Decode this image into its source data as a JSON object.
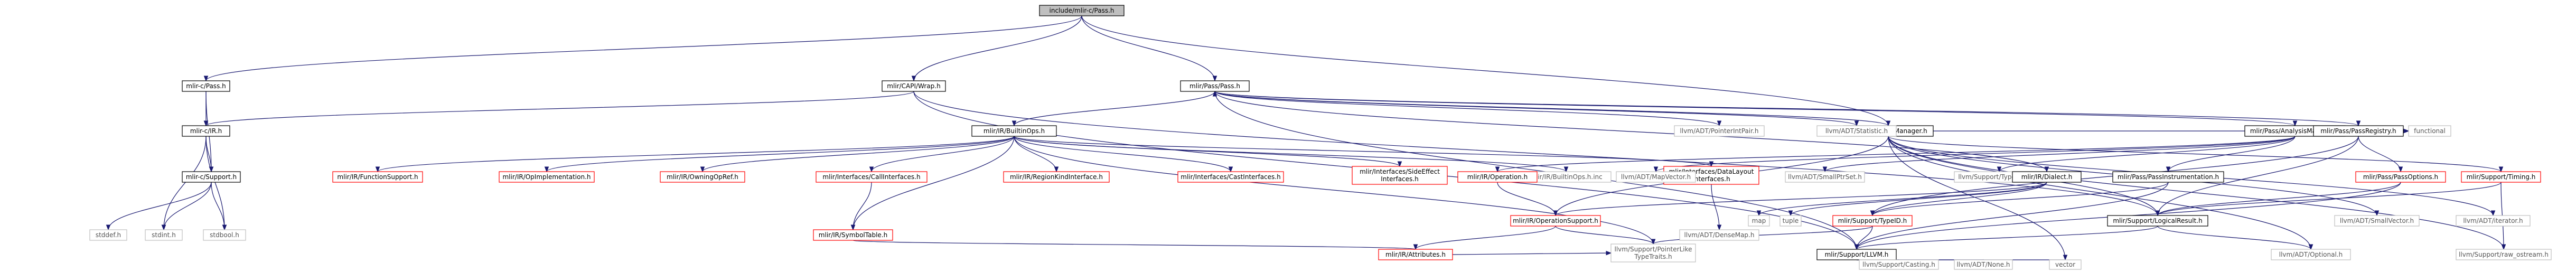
{
  "colors": {
    "edge": "#191970",
    "root_fill": "#bfbfbf",
    "normal_border": "#000000",
    "partial_border": "#ff0000",
    "normal_fill": "#ffffff",
    "external_text": "#555555",
    "external_border": "#bfbfbf",
    "text": "#000000"
  },
  "nodes": [
    {
      "id": "root",
      "label": [
        "include/mlir-c/Pass.h"
      ],
      "kind": "root"
    },
    {
      "id": "c_pass",
      "label": [
        "mlir-c/Pass.h"
      ],
      "kind": "normal"
    },
    {
      "id": "capi_wrap",
      "label": [
        "mlir/CAPI/Wrap.h"
      ],
      "kind": "normal"
    },
    {
      "id": "pass_pass",
      "label": [
        "mlir/Pass/Pass.h"
      ],
      "kind": "normal"
    },
    {
      "id": "pass_manager",
      "label": [
        "mlir/Pass/PassManager.h"
      ],
      "kind": "normal"
    },
    {
      "id": "c_ir",
      "label": [
        "mlir-c/IR.h"
      ],
      "kind": "normal"
    },
    {
      "id": "c_support",
      "label": [
        "mlir-c/Support.h"
      ],
      "kind": "normal"
    },
    {
      "id": "stddef",
      "label": [
        "stddef.h"
      ],
      "kind": "external"
    },
    {
      "id": "stdint",
      "label": [
        "stdint.h"
      ],
      "kind": "external"
    },
    {
      "id": "stdbool",
      "label": [
        "stdbool.h"
      ],
      "kind": "external"
    },
    {
      "id": "builtinops",
      "label": [
        "mlir/IR/BuiltinOps.h"
      ],
      "kind": "normal"
    },
    {
      "id": "functionsupport",
      "label": [
        "mlir/IR/FunctionSupport.h"
      ],
      "kind": "partial"
    },
    {
      "id": "opimplementation",
      "label": [
        "mlir/IR/OpImplementation.h"
      ],
      "kind": "partial"
    },
    {
      "id": "owningopref",
      "label": [
        "mlir/IR/OwningOpRef.h"
      ],
      "kind": "partial"
    },
    {
      "id": "callinterfaces",
      "label": [
        "mlir/Interfaces/CallInterfaces.h"
      ],
      "kind": "partial"
    },
    {
      "id": "regionkind",
      "label": [
        "mlir/IR/RegionKindInterface.h"
      ],
      "kind": "partial"
    },
    {
      "id": "castinterfaces",
      "label": [
        "mlir/Interfaces/CastInterfaces.h"
      ],
      "kind": "partial"
    },
    {
      "id": "sideeffect",
      "label": [
        "mlir/Interfaces/SideEffect",
        "Interfaces.h"
      ],
      "kind": "partial"
    },
    {
      "id": "builtinops_inc",
      "label": [
        "mlir/IR/BuiltinOps.h.inc"
      ],
      "kind": "external"
    },
    {
      "id": "datalayout",
      "label": [
        "mlir/Interfaces/DataLayout",
        "Interfaces.h"
      ],
      "kind": "partial"
    },
    {
      "id": "symboltable",
      "label": [
        "mlir/IR/SymbolTable.h"
      ],
      "kind": "partial"
    },
    {
      "id": "densemap",
      "label": [
        "llvm/ADT/DenseMap.h"
      ],
      "kind": "external"
    },
    {
      "id": "analysismanager",
      "label": [
        "mlir/Pass/AnalysisManager.h"
      ],
      "kind": "normal"
    },
    {
      "id": "operation",
      "label": [
        "mlir/IR/Operation.h"
      ],
      "kind": "partial"
    },
    {
      "id": "mapvector",
      "label": [
        "llvm/ADT/MapVector.h"
      ],
      "kind": "external"
    },
    {
      "id": "smallptrset",
      "label": [
        "llvm/ADT/SmallPtrSet.h"
      ],
      "kind": "external"
    },
    {
      "id": "typename",
      "label": [
        "llvm/Support/TypeName.h"
      ],
      "kind": "external"
    },
    {
      "id": "pointeriterator",
      "label": [
        "llvm/ADT/PointerIntPair.h"
      ],
      "kind": "external"
    },
    {
      "id": "statistic",
      "label": [
        "llvm/ADT/Statistic.h"
      ],
      "kind": "external"
    },
    {
      "id": "passregistry",
      "label": [
        "mlir/Pass/PassRegistry.h"
      ],
      "kind": "normal"
    },
    {
      "id": "dialect",
      "label": [
        "mlir/IR/Dialect.h"
      ],
      "kind": "normal"
    },
    {
      "id": "passinstrumentation",
      "label": [
        "mlir/Pass/PassInstrumentation.h"
      ],
      "kind": "normal"
    },
    {
      "id": "passoptions",
      "label": [
        "mlir/Pass/PassOptions.h"
      ],
      "kind": "partial"
    },
    {
      "id": "functional",
      "label": [
        "functional"
      ],
      "kind": "external"
    },
    {
      "id": "smallvector",
      "label": [
        "llvm/ADT/SmallVector.h"
      ],
      "kind": "external"
    },
    {
      "id": "iterator",
      "label": [
        "llvm/ADT/iterator.h"
      ],
      "kind": "external"
    },
    {
      "id": "timing",
      "label": [
        "mlir/Support/Timing.h"
      ],
      "kind": "partial"
    },
    {
      "id": "opsupport",
      "label": [
        "mlir/IR/OperationSupport.h"
      ],
      "kind": "partial"
    },
    {
      "id": "map",
      "label": [
        "map"
      ],
      "kind": "external"
    },
    {
      "id": "tuple",
      "label": [
        "tuple"
      ],
      "kind": "external"
    },
    {
      "id": "typeid",
      "label": [
        "mlir/Support/TypeID.h"
      ],
      "kind": "partial"
    },
    {
      "id": "logicalresult",
      "label": [
        "mlir/Support/LogicalResult.h"
      ],
      "kind": "normal"
    },
    {
      "id": "raw_ostream",
      "label": [
        "llvm/Support/raw_ostream.h"
      ],
      "kind": "external"
    },
    {
      "id": "attributes",
      "label": [
        "mlir/IR/Attributes.h"
      ],
      "kind": "partial"
    },
    {
      "id": "optional",
      "label": [
        "llvm/ADT/Optional.h"
      ],
      "kind": "external"
    },
    {
      "id": "llvm_h",
      "label": [
        "mlir/Support/LLVM.h"
      ],
      "kind": "normal"
    },
    {
      "id": "ptrlike",
      "label": [
        "llvm/Support/PointerLike",
        "TypeTraits.h"
      ],
      "kind": "external"
    },
    {
      "id": "casting",
      "label": [
        "llvm/Support/Casting.h"
      ],
      "kind": "external"
    },
    {
      "id": "none",
      "label": [
        "llvm/ADT/None.h"
      ],
      "kind": "external"
    },
    {
      "id": "vector",
      "label": [
        "vector"
      ],
      "kind": "external"
    }
  ],
  "edges": [
    [
      "root",
      "c_pass"
    ],
    [
      "root",
      "capi_wrap"
    ],
    [
      "root",
      "pass_pass"
    ],
    [
      "root",
      "pass_manager"
    ],
    [
      "c_pass",
      "c_ir"
    ],
    [
      "c_pass",
      "c_support"
    ],
    [
      "c_ir",
      "c_support"
    ],
    [
      "c_ir",
      "stdint"
    ],
    [
      "c_ir",
      "stdbool"
    ],
    [
      "c_support",
      "stddef"
    ],
    [
      "c_support",
      "stdint"
    ],
    [
      "c_support",
      "stdbool"
    ],
    [
      "capi_wrap",
      "c_ir"
    ],
    [
      "capi_wrap",
      "llvm_h"
    ],
    [
      "capi_wrap",
      "logicalresult"
    ],
    [
      "pass_pass",
      "builtinops"
    ],
    [
      "pass_pass",
      "analysismanager"
    ],
    [
      "pass_pass",
      "pointeriterator"
    ],
    [
      "pass_pass",
      "statistic"
    ],
    [
      "pass_pass",
      "passregistry"
    ],
    [
      "pass_pass",
      "dialect"
    ],
    [
      "pass_pass",
      "llvm_h"
    ],
    [
      "builtinops",
      "functionsupport"
    ],
    [
      "builtinops",
      "opimplementation"
    ],
    [
      "builtinops",
      "owningopref"
    ],
    [
      "builtinops",
      "callinterfaces"
    ],
    [
      "builtinops",
      "regionkind"
    ],
    [
      "builtinops",
      "castinterfaces"
    ],
    [
      "builtinops",
      "sideeffect"
    ],
    [
      "builtinops",
      "builtinops_inc"
    ],
    [
      "builtinops",
      "datalayout"
    ],
    [
      "builtinops",
      "symboltable"
    ],
    [
      "builtinops",
      "ptrlike"
    ],
    [
      "callinterfaces",
      "symboltable"
    ],
    [
      "datalayout",
      "densemap"
    ],
    [
      "symboltable",
      "attributes"
    ],
    [
      "attributes",
      "ptrlike"
    ],
    [
      "analysismanager",
      "operation"
    ],
    [
      "analysismanager",
      "mapvector"
    ],
    [
      "analysismanager",
      "smallptrset"
    ],
    [
      "analysismanager",
      "typename"
    ],
    [
      "analysismanager",
      "passinstrumentation"
    ],
    [
      "operation",
      "opsupport"
    ],
    [
      "passregistry",
      "passoptions"
    ],
    [
      "passregistry",
      "functional"
    ],
    [
      "passregistry",
      "typeid"
    ],
    [
      "passregistry",
      "logicalresult"
    ],
    [
      "dialect",
      "opsupport"
    ],
    [
      "dialect",
      "map"
    ],
    [
      "dialect",
      "tuple"
    ],
    [
      "dialect",
      "typeid"
    ],
    [
      "passinstrumentation",
      "typeid"
    ],
    [
      "passinstrumentation",
      "llvm_h"
    ],
    [
      "passoptions",
      "llvm_h"
    ],
    [
      "passoptions",
      "logicalresult"
    ],
    [
      "opsupport",
      "attributes"
    ],
    [
      "opsupport",
      "ptrlike"
    ],
    [
      "typeid",
      "llvm_h"
    ],
    [
      "typeid",
      "ptrlike"
    ],
    [
      "logicalresult",
      "llvm_h"
    ],
    [
      "logicalresult",
      "optional"
    ],
    [
      "timing",
      "raw_ostream"
    ],
    [
      "timing",
      "logicalresult"
    ],
    [
      "pass_manager",
      "pass_pass"
    ],
    [
      "pass_manager",
      "functional"
    ],
    [
      "pass_manager",
      "smallvector"
    ],
    [
      "pass_manager",
      "iterator"
    ],
    [
      "pass_manager",
      "timing"
    ],
    [
      "pass_manager",
      "logicalresult"
    ],
    [
      "pass_manager",
      "raw_ostream"
    ],
    [
      "pass_manager",
      "optional"
    ],
    [
      "pass_manager",
      "vector"
    ],
    [
      "pass_manager",
      "opsupport"
    ],
    [
      "llvm_h",
      "casting"
    ],
    [
      "llvm_h",
      "none"
    ],
    [
      "llvm_h",
      "vector"
    ]
  ]
}
